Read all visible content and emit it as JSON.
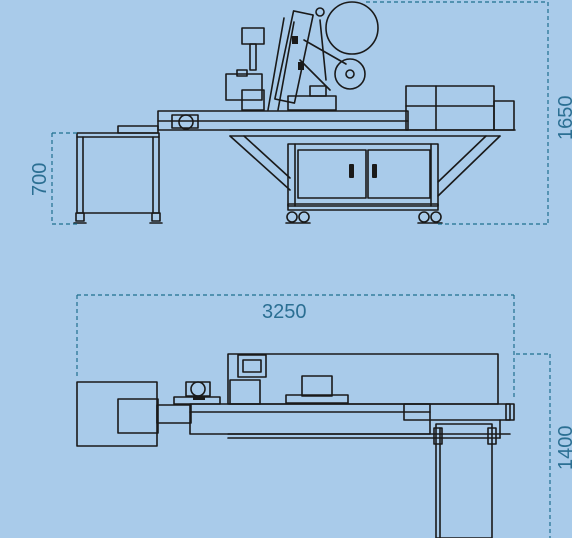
{
  "dimensions": {
    "width_label": "3250",
    "height_front_label": "1650",
    "table_height_label": "700",
    "depth_label": "1400"
  },
  "colors": {
    "background": "#a9cbea",
    "machine_line": "#1a1a1a",
    "dimension_line": "#1f6f8f",
    "dimension_text": "#2b6f93"
  }
}
